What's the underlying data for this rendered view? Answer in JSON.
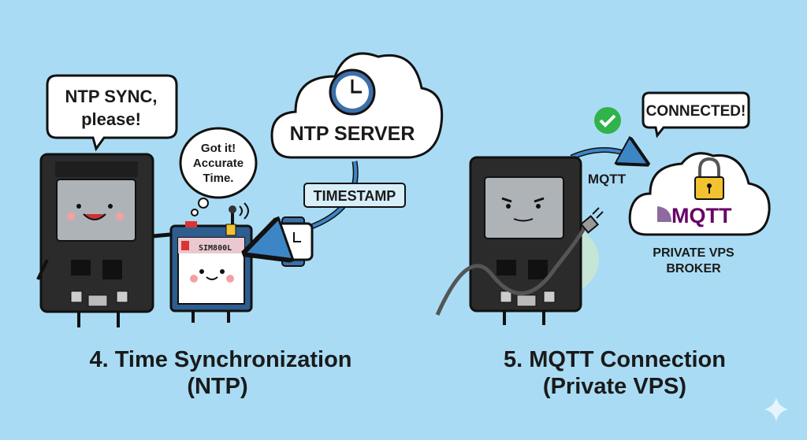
{
  "left_panel": {
    "speech_bubble": [
      "NTP SYNC,",
      "please!"
    ],
    "thought_bubble": [
      "Got it!",
      "Accurate",
      "Time."
    ],
    "sim_module_label": "SIM800L",
    "server_label": "NTP SERVER",
    "timestamp_label": "TIMESTAMP",
    "caption": [
      "4. Time Synchronization",
      "(NTP)"
    ]
  },
  "right_panel": {
    "speech_bubble": "CONNECTED!",
    "arrow_label": "MQTT",
    "broker_logo": "MQTT",
    "broker_label": [
      "PRIVATE VPS",
      "BROKER"
    ],
    "caption": [
      "5. MQTT Connection",
      "(Private VPS)"
    ]
  },
  "colors": {
    "background": "#a9dcf4",
    "board": "#2b2b2b",
    "sim_board": "#2e5d8f",
    "check": "#2fb34a",
    "mqtt_purple": "#660066",
    "lock": "#f2c230"
  }
}
